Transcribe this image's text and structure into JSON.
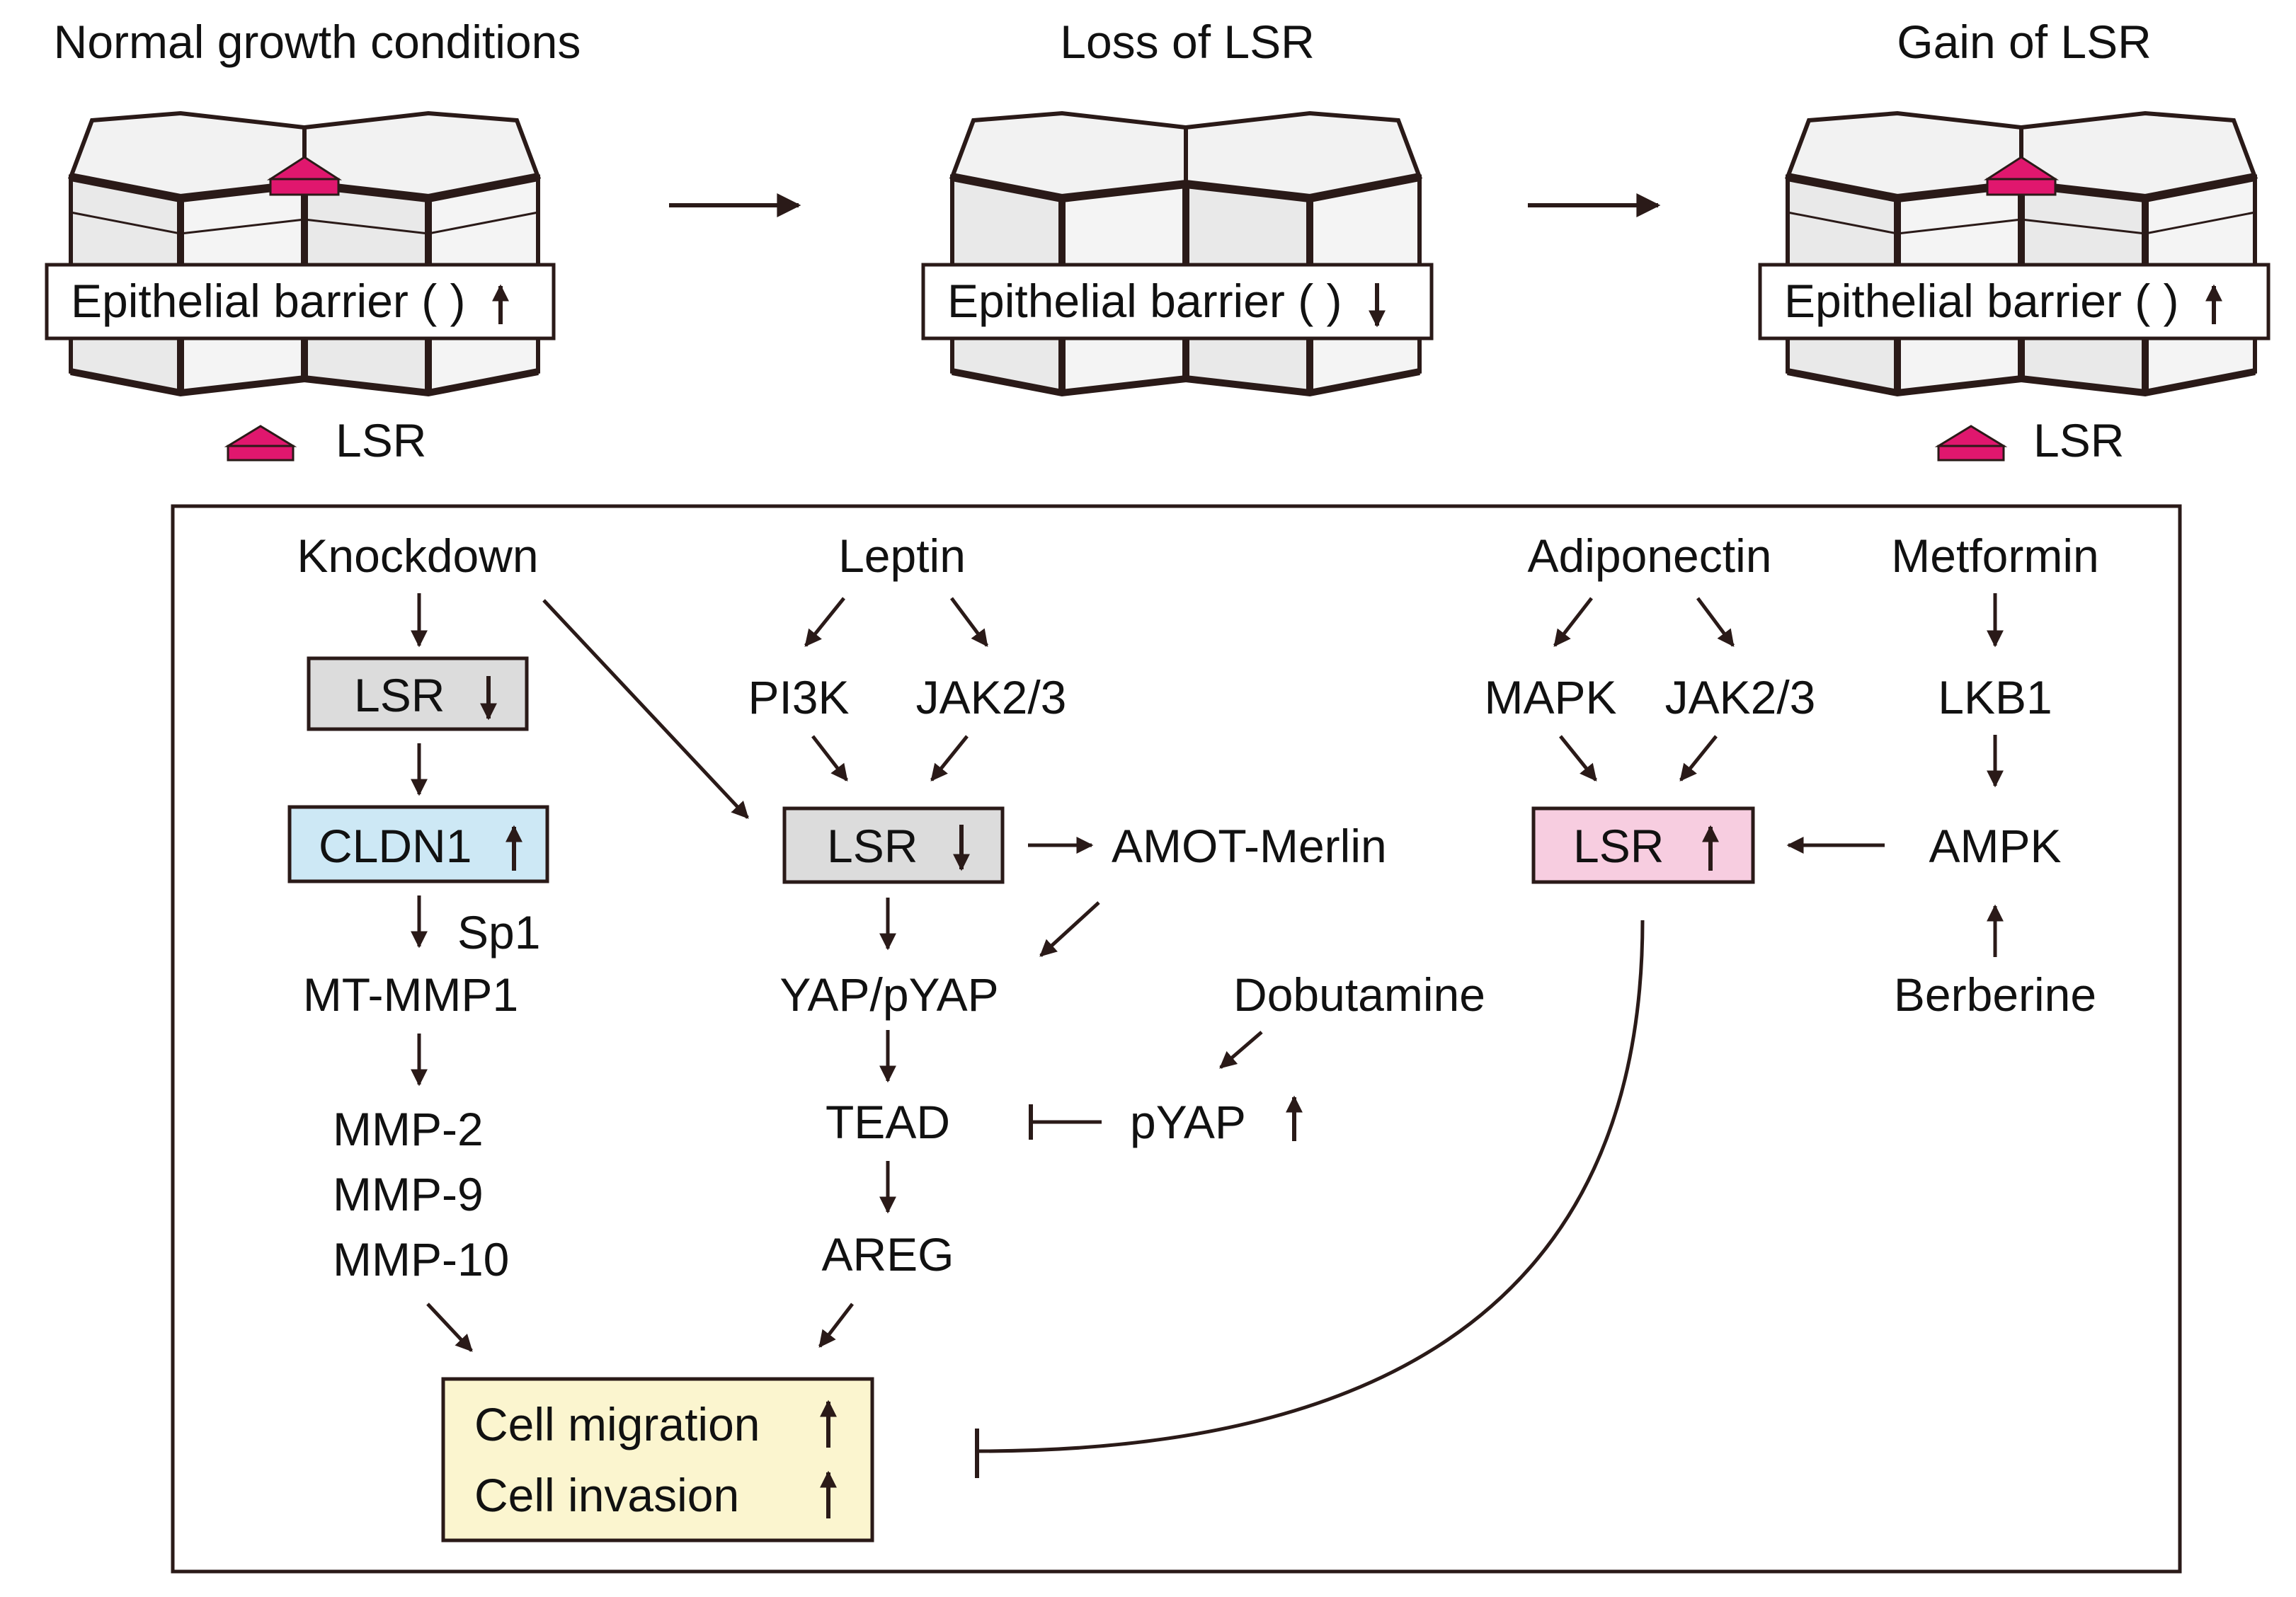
{
  "colors": {
    "line": "#2a1a18",
    "lsr_marker": "#e0176e",
    "cell_fill": "#f2f2f2",
    "box_gray": "#dcdcdc",
    "box_blue": "#cde8f5",
    "box_pink": "#f7cde0",
    "box_yellow": "#fbf5cf"
  },
  "top": {
    "panel_normal": {
      "title": "Normal growth conditions",
      "barrier": "Epithelial barrier (  )",
      "barrier_direction": "up",
      "legend_label": "LSR"
    },
    "panel_loss": {
      "title": "Loss of LSR",
      "barrier": "Epithelial barrier (  )",
      "barrier_direction": "down"
    },
    "panel_gain": {
      "title": "Gain of LSR",
      "barrier": "Epithelial barrier (  )",
      "barrier_direction": "up",
      "legend_label": "LSR"
    }
  },
  "pathway": {
    "col1": {
      "knockdown": "Knockdown",
      "lsr_box": "LSR",
      "lsr_box_direction": "down",
      "cldn1_box": "CLDN1",
      "cldn1_box_direction": "up",
      "sp1": "Sp1",
      "mt_mmp1": "MT-MMP1",
      "mmp2": "MMP-2",
      "mmp9": "MMP-9",
      "mmp10": "MMP-10"
    },
    "col2": {
      "leptin": "Leptin",
      "pi3k": "PI3K",
      "jak23": "JAK2/3",
      "lsr_box": "LSR",
      "lsr_box_direction": "down",
      "amot": "AMOT-Merlin",
      "yap": "YAP/pYAP",
      "tead": "TEAD",
      "areg": "AREG",
      "dobutamine": "Dobutamine",
      "pyap": "pYAP",
      "pyap_direction": "up"
    },
    "col3": {
      "adiponectin": "Adiponectin",
      "mapk": "MAPK",
      "jak23": "JAK2/3",
      "lsr_box": "LSR",
      "lsr_box_direction": "up",
      "metformin": "Metformin",
      "lkb1": "LKB1",
      "ampk": "AMPK",
      "berberine": "Berberine"
    },
    "outcome": {
      "migration": "Cell migration",
      "invasion": "Cell invasion",
      "direction": "up"
    }
  }
}
